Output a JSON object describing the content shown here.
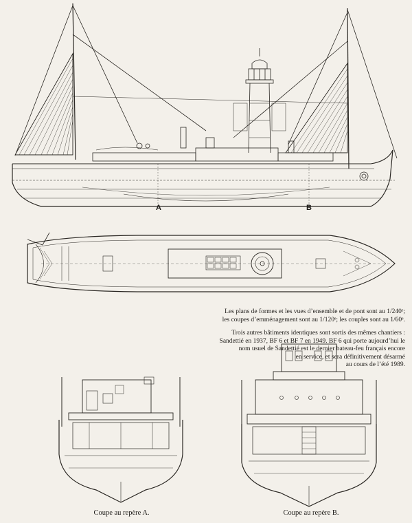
{
  "labels": {
    "section_a_marker": "A",
    "section_b_marker": "B"
  },
  "caption": {
    "p1_l1": "Les plans de formes et les vues d’ensemble et de pont sont au 1/240ᵉ;",
    "p1_l2": "les coupes d’emménagement sont au 1/120ᵉ; les couples sont au 1/60ᵉ.",
    "p2_l1": "Trois autres bâtiments identiques sont sortis des mêmes chantiers :",
    "p2_l2": "Sandettié en 1937, BF 6 et BF 7 en 1949. BF 6 qui porte aujourd’hui le",
    "p2_l3": "nom usuel de Sandettié est le dernier bateau-feu français encore",
    "p2_l4": "en service, et sera définitivement désarmé",
    "p2_l5": "au cours de l’été 1989."
  },
  "subtitles": {
    "section_a": "Coupe au repère A.",
    "section_b": "Coupe au repère B."
  }
}
